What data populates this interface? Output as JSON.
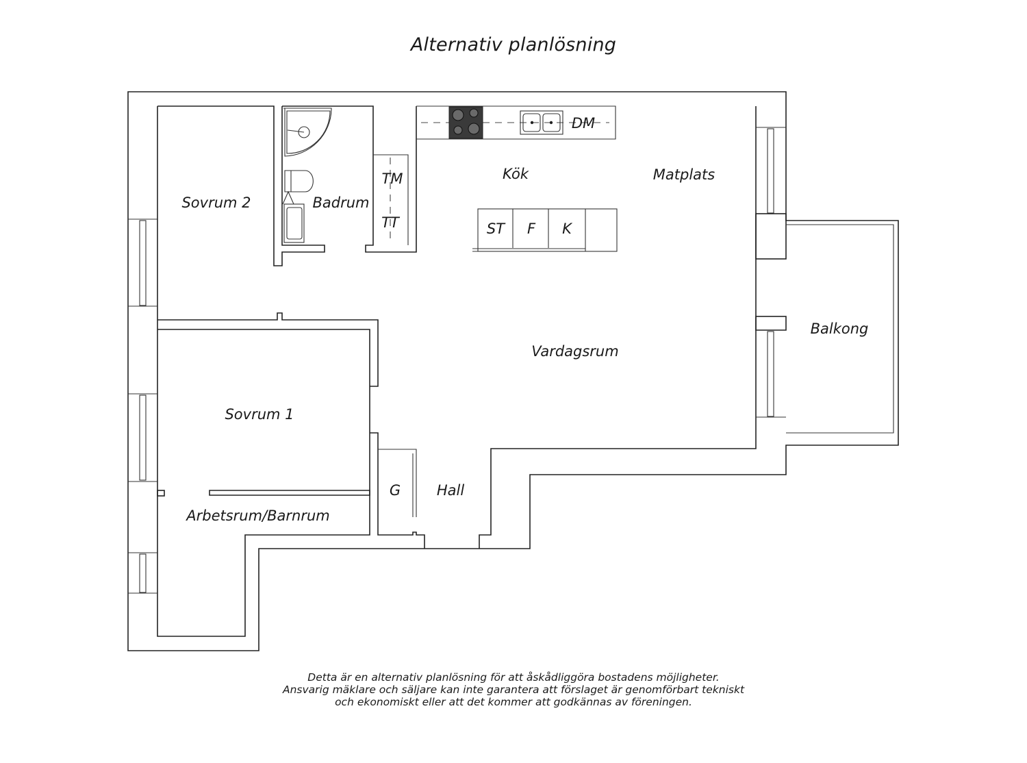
{
  "title": "Alternativ planlösning",
  "rooms": {
    "sovrum2": "Sovrum 2",
    "badrum": "Badrum",
    "kok": "Kök",
    "matplats": "Matplats",
    "balkong": "Balkong",
    "vardagsrum": "Vardagsrum",
    "sovrum1": "Sovrum 1",
    "arbetsrum": "Arbetsrum/Barnrum",
    "hall": "Hall"
  },
  "fixtures": {
    "tm": "TM",
    "tt": "TT",
    "dm": "DM",
    "st": "ST",
    "f": "F",
    "k": "K",
    "g": "G"
  },
  "disclaimer": [
    "Detta är en alternativ planlösning för att åskådliggöra bostadens möjligheter.",
    "Ansvarig mäklare och säljare kan inte garantera att förslaget är genomförbart tekniskt",
    "och ekonomiskt eller att det kommer att godkännas av föreningen."
  ]
}
